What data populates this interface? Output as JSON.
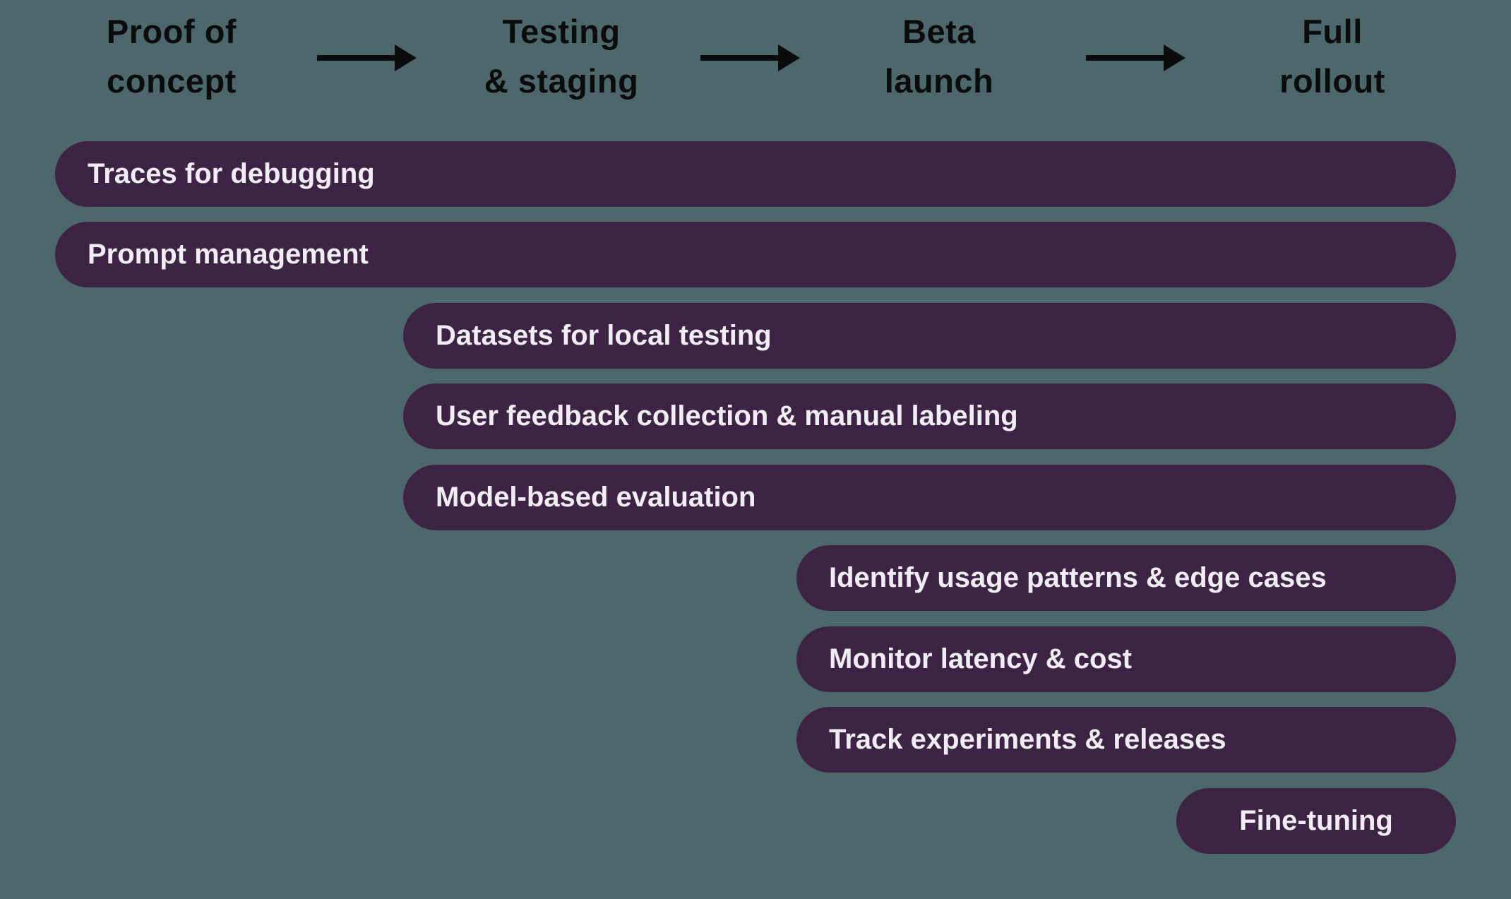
{
  "colors": {
    "background": "#4d686d",
    "bar_fill": "#3d2444",
    "bar_text": "#f1edf4",
    "header_text": "#0c0c0c",
    "arrow": "#0c0c0c"
  },
  "phases": [
    {
      "line1": "Proof of",
      "line2": "concept"
    },
    {
      "line1": "Testing",
      "line2": "& staging"
    },
    {
      "line1": "Beta",
      "line2": "launch"
    },
    {
      "line1": "Full",
      "line2": "rollout"
    }
  ],
  "bars": [
    {
      "label": "Traces for debugging",
      "start_phase": "Proof of concept",
      "end_phase": "Full rollout"
    },
    {
      "label": "Prompt management",
      "start_phase": "Proof of concept",
      "end_phase": "Full rollout"
    },
    {
      "label": "Datasets for local testing",
      "start_phase": "Testing & staging",
      "end_phase": "Full rollout"
    },
    {
      "label": "User feedback collection & manual labeling",
      "start_phase": "Testing & staging",
      "end_phase": "Full rollout"
    },
    {
      "label": "Model-based evaluation",
      "start_phase": "Testing & staging",
      "end_phase": "Full rollout"
    },
    {
      "label": "Identify usage patterns & edge cases",
      "start_phase": "Beta launch",
      "end_phase": "Full rollout"
    },
    {
      "label": "Monitor latency & cost",
      "start_phase": "Beta launch",
      "end_phase": "Full rollout"
    },
    {
      "label": "Track experiments & releases",
      "start_phase": "Beta launch",
      "end_phase": "Full rollout"
    },
    {
      "label": "Fine-tuning",
      "start_phase": "Full rollout",
      "end_phase": "Full rollout"
    }
  ]
}
